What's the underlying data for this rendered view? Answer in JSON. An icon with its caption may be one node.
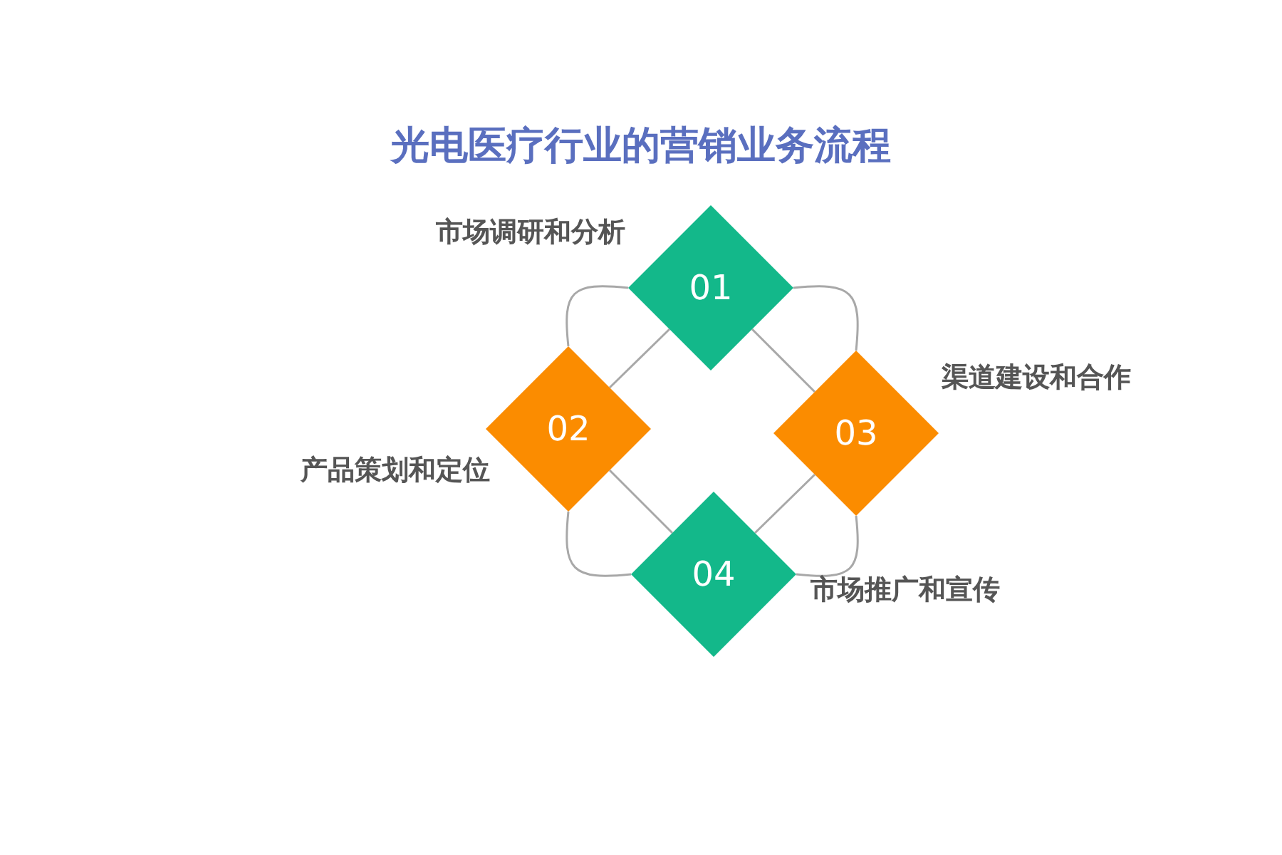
{
  "diagram": {
    "title": "光电医疗行业的营销业务流程",
    "nodes": [
      {
        "text": [
          "01"
        ],
        "beside": [
          "市场调研和分析"
        ]
      },
      {
        "text": [
          "02"
        ],
        "beside": [
          "产品策划和定位"
        ]
      },
      {
        "text": [
          "03"
        ],
        "beside": [
          "渠道建设和合作"
        ]
      },
      {
        "text": [
          "04"
        ],
        "beside": [
          "市场推广和宣传"
        ]
      }
    ],
    "edges": [
      {
        "from": 0,
        "to": 1,
        "arrow": "none"
      },
      {
        "from": 0,
        "to": 2,
        "arrow": "none"
      },
      {
        "from": 1,
        "to": 3,
        "arrow": "none"
      },
      {
        "from": 2,
        "to": 3,
        "arrow": "none"
      },
      {
        "from": 0,
        "to": 1,
        "arrow": "none"
      },
      {
        "from": 0,
        "to": 2,
        "arrow": "none"
      },
      {
        "from": 1,
        "to": 3,
        "arrow": "none"
      },
      {
        "from": 2,
        "to": 3,
        "arrow": "none"
      }
    ]
  }
}
